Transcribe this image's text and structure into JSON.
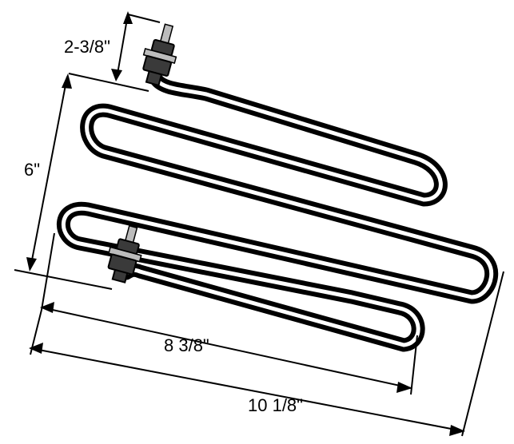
{
  "dimensions": {
    "terminal_offset": "2-3/8\"",
    "height": "6\"",
    "inner_length": "8 3/8\"",
    "overall_length": "10 1/8\""
  },
  "colors": {
    "line": "#000000",
    "background": "#ffffff",
    "terminal": "#3a3a3a",
    "terminal_highlight": "#bcbcbc"
  }
}
